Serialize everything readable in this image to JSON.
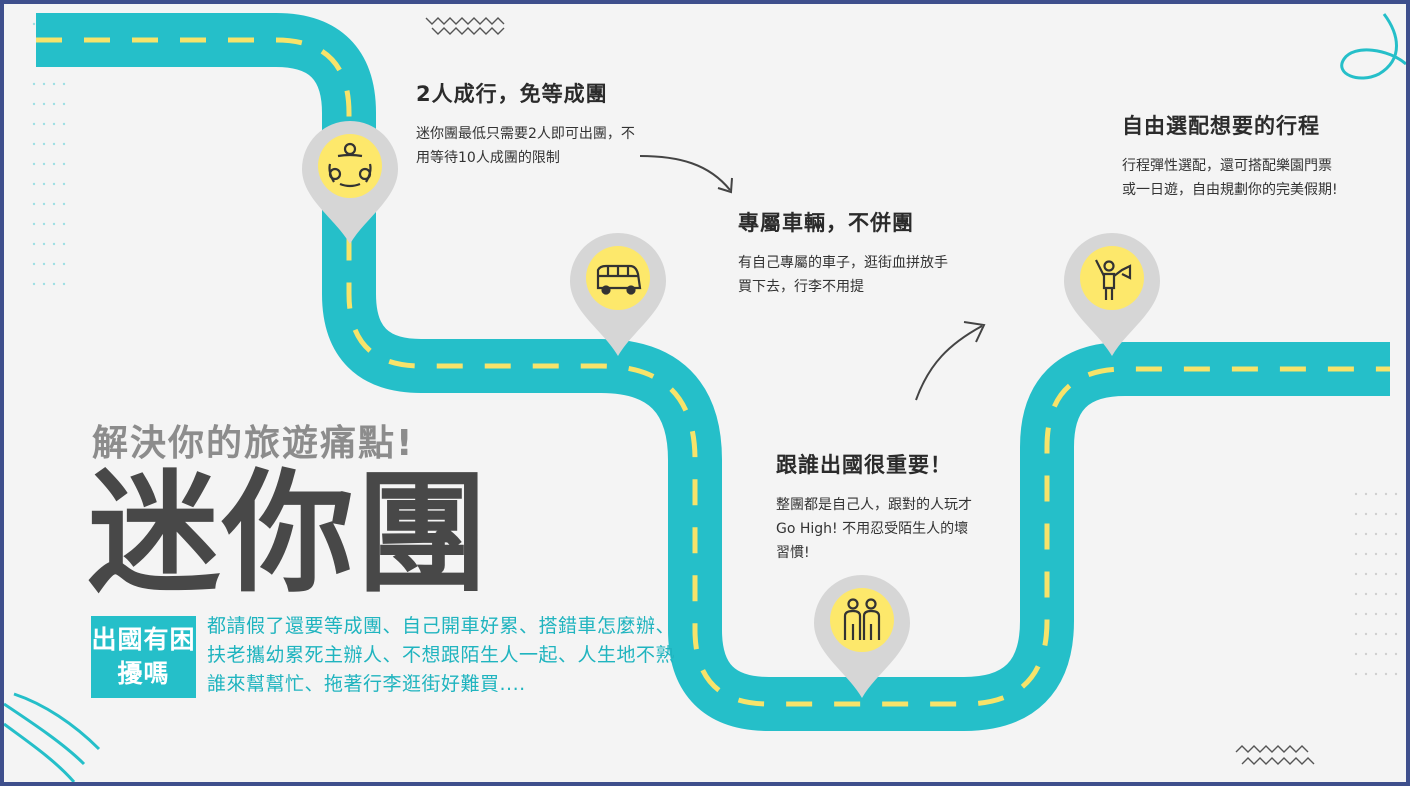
{
  "colors": {
    "road": "#25bfc9",
    "dash": "#f7e36a",
    "pin": "#d6d6d6",
    "pin_circle": "#fde86b",
    "frame": "#3e4f8c"
  },
  "header": {
    "subtitle": "解決你的旅遊痛點!",
    "title": "迷你團"
  },
  "pain_point": {
    "badge": "出國有困擾嗎",
    "text": "都請假了還要等成團、自己開車好累、搭錯車怎麼辦、扶老攜幼累死主辦人、不想跟陌生人一起、人生地不熟誰來幫幫忙、拖著行李逛街好難買...."
  },
  "features": [
    {
      "title": "2人成行，免等成團",
      "desc": "迷你團最低只需要2人即可出團，不用等待10人成團的限制",
      "icon": "group-people-icon"
    },
    {
      "title": "專屬車輛，不併團",
      "desc": "有自己專屬的車子，逛街血拼放手買下去，行李不用提",
      "icon": "van-icon"
    },
    {
      "title": "跟誰出國很重要！",
      "desc": "整團都是自己人，跟對的人玩才Go High! 不用忍受陌生人的壞習慣!",
      "icon": "two-people-icon"
    },
    {
      "title": "自由選配想要的行程",
      "desc": "行程彈性選配，還可搭配樂園門票或一日遊，自由規劃你的完美假期!",
      "icon": "tour-guide-icon"
    }
  ]
}
